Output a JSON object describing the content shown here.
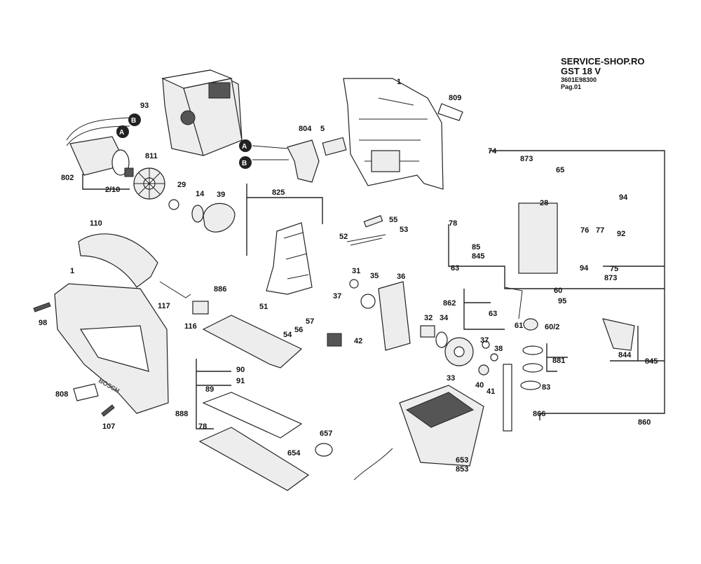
{
  "header": {
    "shop": "SERVICE-SHOP.RO",
    "model": "GST 18 V",
    "code": "3601E98300",
    "page": "Pag.01"
  },
  "connectors": [
    "A",
    "B"
  ],
  "labels": [
    {
      "id": "l93",
      "t": "93"
    },
    {
      "id": "l1a",
      "t": "1"
    },
    {
      "id": "l809",
      "t": "809"
    },
    {
      "id": "l804",
      "t": "804"
    },
    {
      "id": "l5",
      "t": "5"
    },
    {
      "id": "l811",
      "t": "811"
    },
    {
      "id": "l802",
      "t": "802"
    },
    {
      "id": "l210",
      "t": "2/10"
    },
    {
      "id": "l29",
      "t": "29"
    },
    {
      "id": "l14",
      "t": "14"
    },
    {
      "id": "l39",
      "t": "39"
    },
    {
      "id": "l825",
      "t": "825"
    },
    {
      "id": "l74",
      "t": "74"
    },
    {
      "id": "l873a",
      "t": "873"
    },
    {
      "id": "l65",
      "t": "65"
    },
    {
      "id": "l94a",
      "t": "94"
    },
    {
      "id": "l28",
      "t": "28"
    },
    {
      "id": "l78a",
      "t": "78"
    },
    {
      "id": "l55",
      "t": "55"
    },
    {
      "id": "l53",
      "t": "53"
    },
    {
      "id": "l52",
      "t": "52"
    },
    {
      "id": "l76",
      "t": "76"
    },
    {
      "id": "l77",
      "t": "77"
    },
    {
      "id": "l92",
      "t": "92"
    },
    {
      "id": "l110",
      "t": "110"
    },
    {
      "id": "l85",
      "t": "85"
    },
    {
      "id": "l845a",
      "t": "845"
    },
    {
      "id": "l63a",
      "t": "63"
    },
    {
      "id": "l94b",
      "t": "94"
    },
    {
      "id": "l75",
      "t": "75"
    },
    {
      "id": "l873b",
      "t": "873"
    },
    {
      "id": "l1b",
      "t": "1"
    },
    {
      "id": "l886",
      "t": "886"
    },
    {
      "id": "l31",
      "t": "31"
    },
    {
      "id": "l35",
      "t": "35"
    },
    {
      "id": "l36",
      "t": "36"
    },
    {
      "id": "l37a",
      "t": "37"
    },
    {
      "id": "l60",
      "t": "60"
    },
    {
      "id": "l95",
      "t": "95"
    },
    {
      "id": "l117",
      "t": "117"
    },
    {
      "id": "l862",
      "t": "862"
    },
    {
      "id": "l63b",
      "t": "63"
    },
    {
      "id": "l51",
      "t": "51"
    },
    {
      "id": "l602",
      "t": "60/2"
    },
    {
      "id": "l98",
      "t": "98"
    },
    {
      "id": "l116",
      "t": "116"
    },
    {
      "id": "l56",
      "t": "56"
    },
    {
      "id": "l57",
      "t": "57"
    },
    {
      "id": "l54",
      "t": "54"
    },
    {
      "id": "l32",
      "t": "32"
    },
    {
      "id": "l34",
      "t": "34"
    },
    {
      "id": "l61",
      "t": "61"
    },
    {
      "id": "l42",
      "t": "42"
    },
    {
      "id": "l37b",
      "t": "37"
    },
    {
      "id": "l38",
      "t": "38"
    },
    {
      "id": "l844",
      "t": "844"
    },
    {
      "id": "l845b",
      "t": "845"
    },
    {
      "id": "l881",
      "t": "881"
    },
    {
      "id": "l90",
      "t": "90"
    },
    {
      "id": "l33",
      "t": "33"
    },
    {
      "id": "l91",
      "t": "91"
    },
    {
      "id": "l40",
      "t": "40"
    },
    {
      "id": "l41",
      "t": "41"
    },
    {
      "id": "l83",
      "t": "83"
    },
    {
      "id": "l808",
      "t": "808"
    },
    {
      "id": "l89",
      "t": "89"
    },
    {
      "id": "l888",
      "t": "888"
    },
    {
      "id": "l107",
      "t": "107"
    },
    {
      "id": "l78b",
      "t": "78"
    },
    {
      "id": "l866",
      "t": "866"
    },
    {
      "id": "l860",
      "t": "860"
    },
    {
      "id": "l657",
      "t": "657"
    },
    {
      "id": "l654",
      "t": "654"
    },
    {
      "id": "l653",
      "t": "653"
    },
    {
      "id": "l853",
      "t": "853"
    }
  ]
}
